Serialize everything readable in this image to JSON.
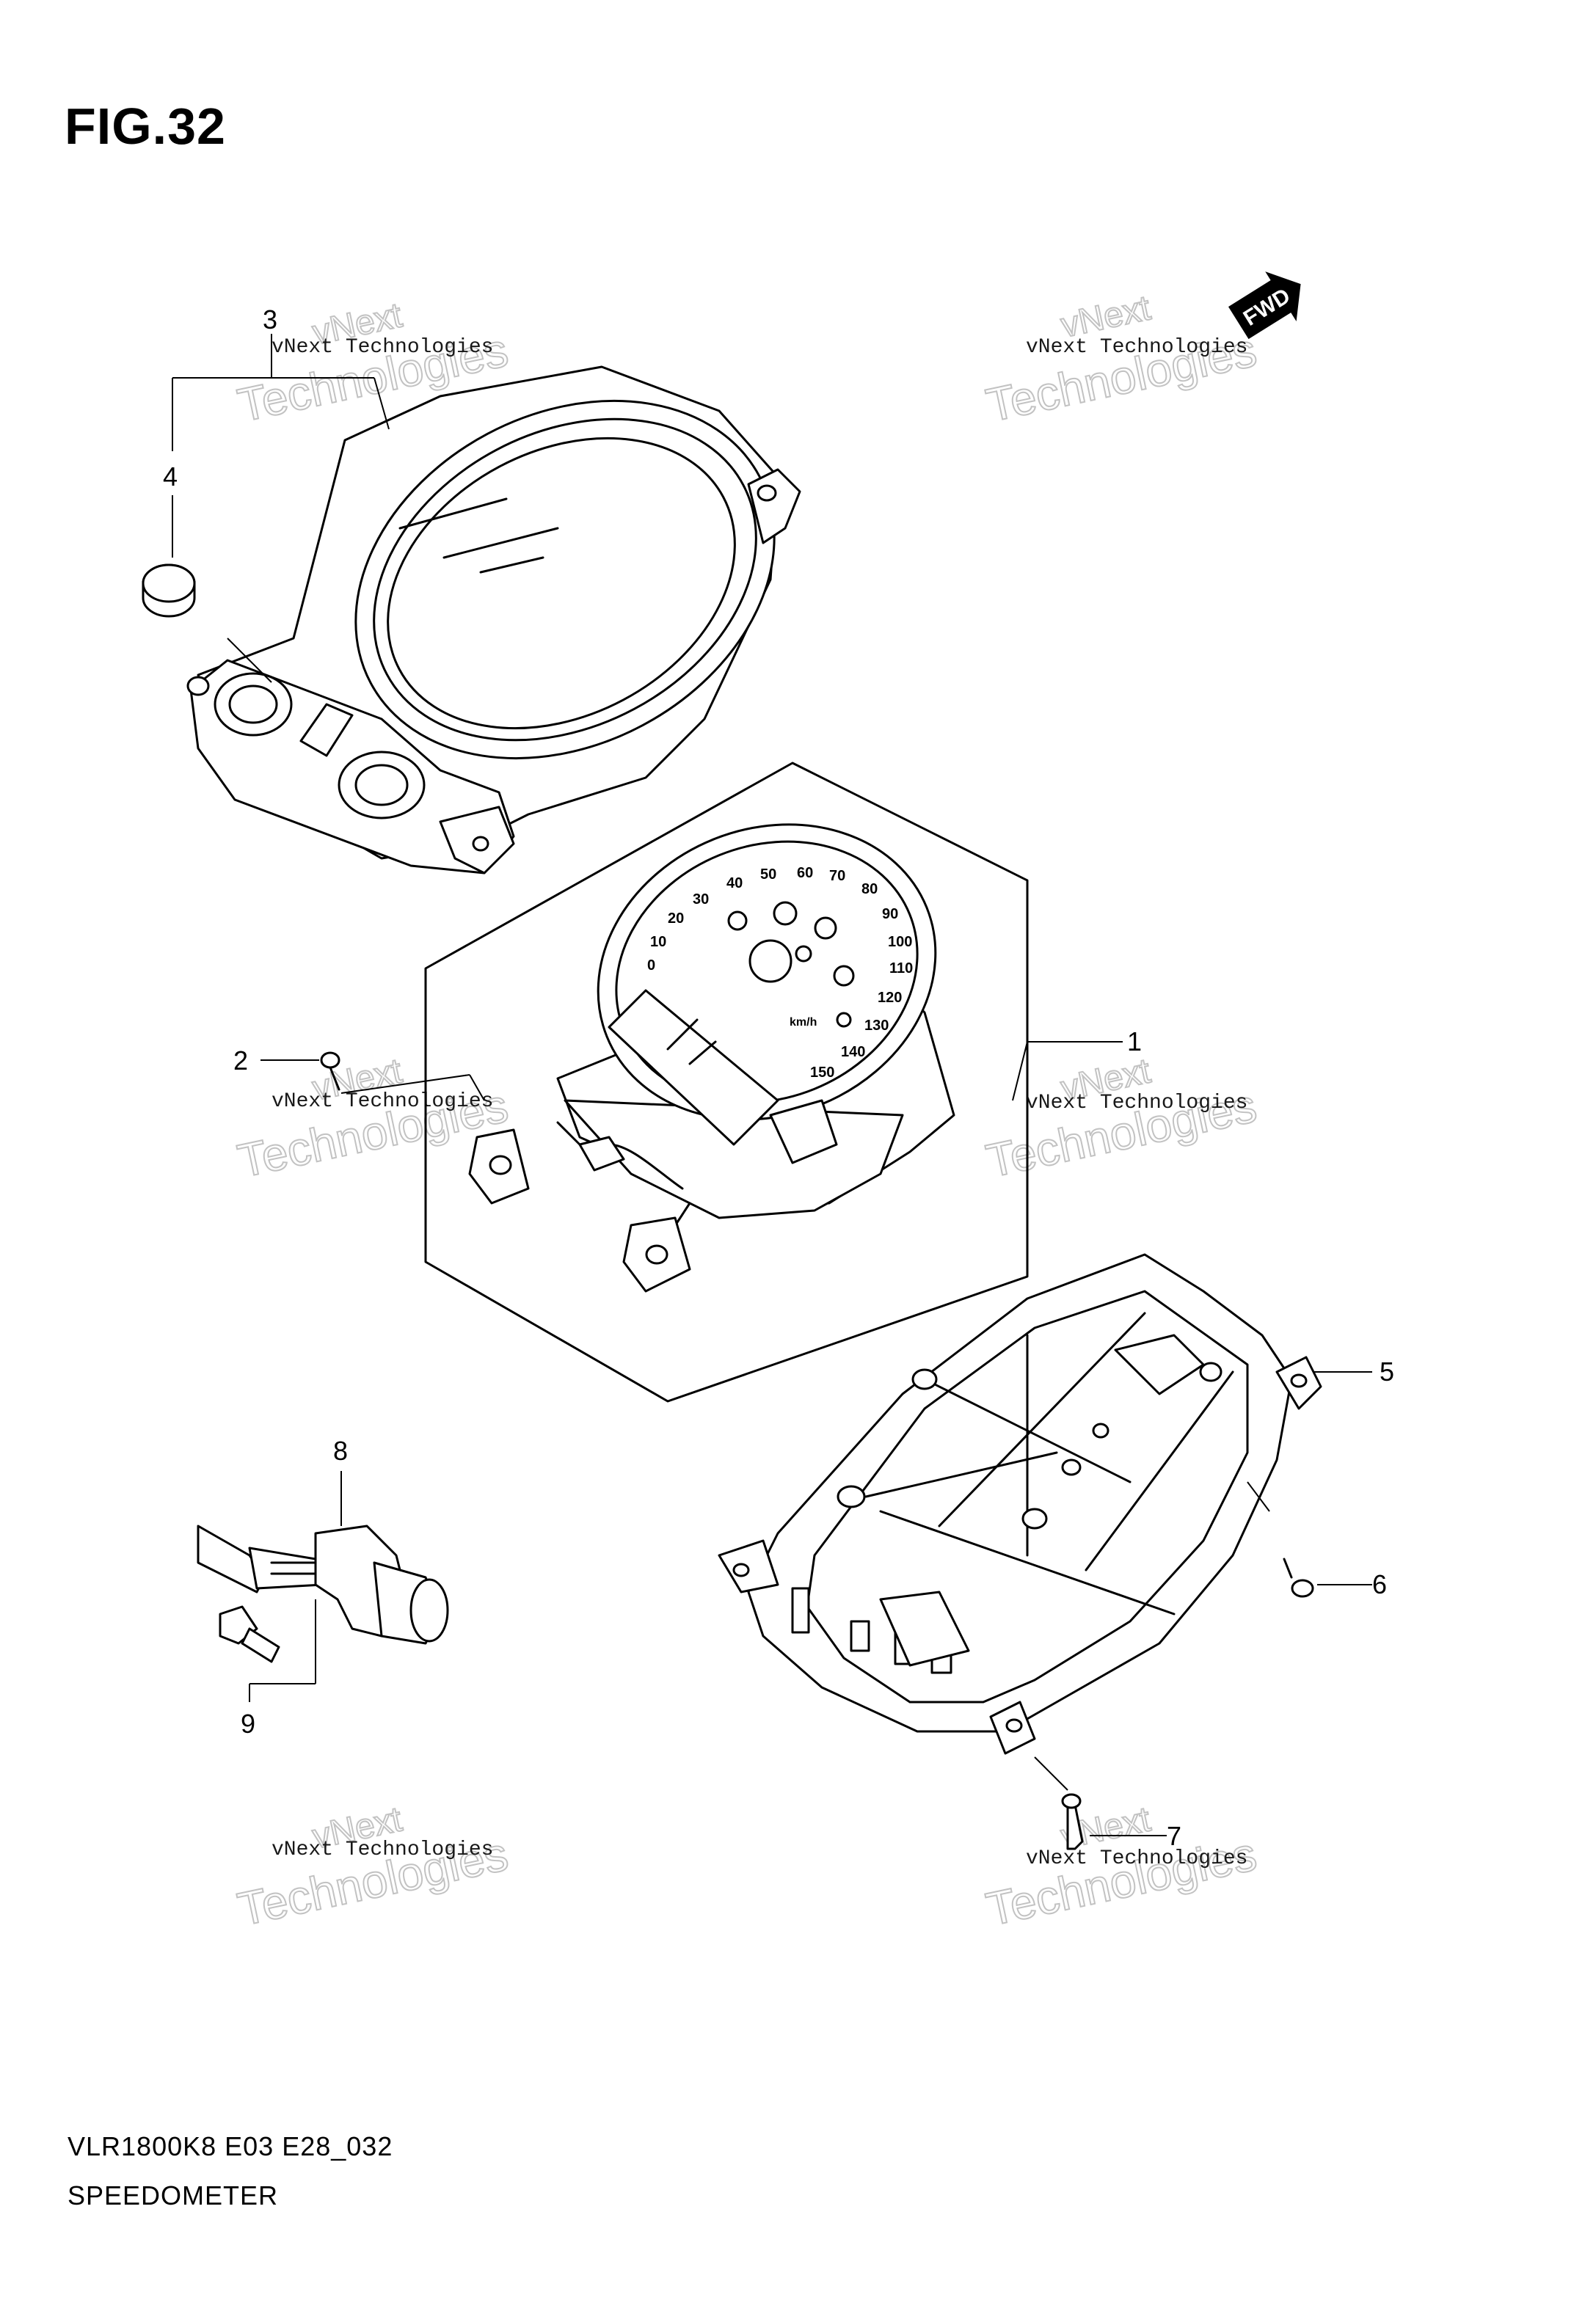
{
  "figure": {
    "title": "FIG.32"
  },
  "footer": {
    "code": "VLR1800K8 E03 E28_032",
    "name": "SPEEDOMETER"
  },
  "forward_arrow": {
    "label": "FWD"
  },
  "callouts": [
    {
      "number": "1",
      "part": "speedometer-assembly"
    },
    {
      "number": "2",
      "part": "screw"
    },
    {
      "number": "3",
      "part": "speedometer-case"
    },
    {
      "number": "4",
      "part": "cushion"
    },
    {
      "number": "5",
      "part": "cover"
    },
    {
      "number": "6",
      "part": "screw"
    },
    {
      "number": "7",
      "part": "screw"
    },
    {
      "number": "8",
      "part": "speed-sensor"
    },
    {
      "number": "9",
      "part": "bolt"
    }
  ],
  "dial": {
    "scale": [
      "0",
      "10",
      "20",
      "30",
      "40",
      "50",
      "60",
      "70",
      "80",
      "90",
      "100",
      "110",
      "120",
      "130",
      "140",
      "150"
    ],
    "units": "km/h"
  },
  "watermark": {
    "line1": "vNext Technologies",
    "line2": "Technologies",
    "line3": "vNext"
  }
}
